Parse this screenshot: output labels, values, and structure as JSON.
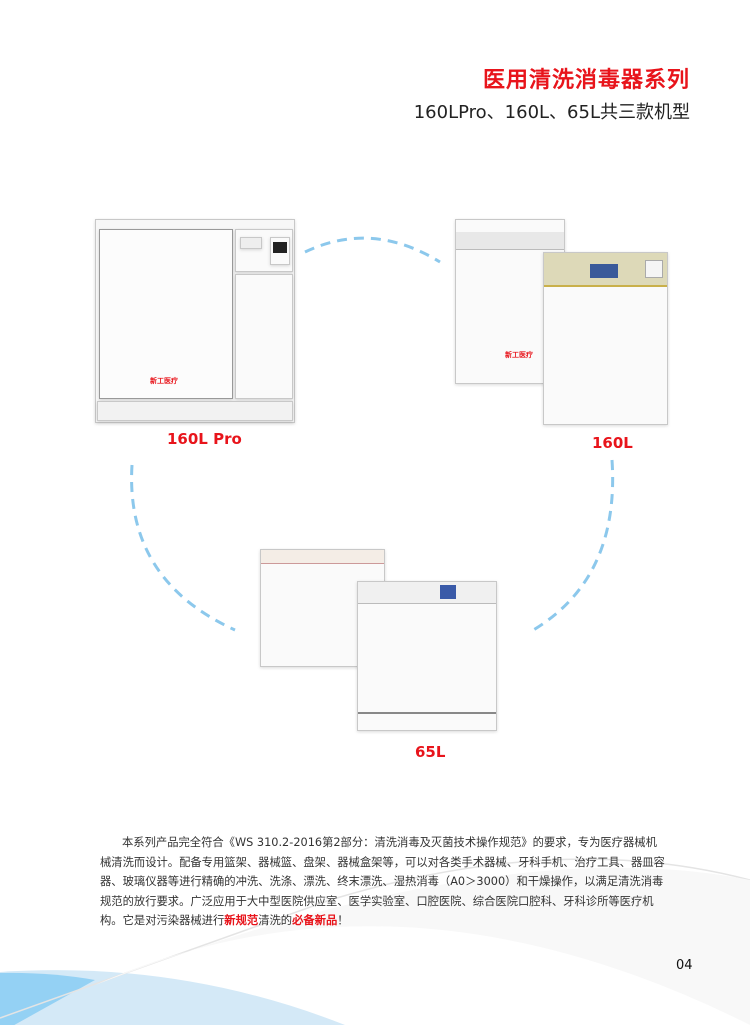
{
  "header": {
    "title": "医用清洗消毒器系列",
    "subtitle": "160LPro、160L、65L共三款机型"
  },
  "products": [
    {
      "label": "160L Pro",
      "logo": "新工医疗"
    },
    {
      "label": "160L",
      "logo": "新工医疗"
    },
    {
      "label": "65L"
    }
  ],
  "description": {
    "part1": "本系列产品完全符合《WS 310.2-2016第2部分：清洗消毒及灭菌技术操作规范》的要求，专为医疗器械机械清洗而设计。配备专用篮架、器械篮、盘架、器械盒架等，可以对各类手术器械、牙科手机、治疗工具、器皿容器、玻璃仪器等进行精确的冲洗、洗涤、漂洗、终末漂洗、湿热消毒（A0＞3000）和干燥操作，以满足清洗消毒规范的放行要求。广泛应用于大中型医院供应室、医学实验室、口腔医院、综合医院口腔科、牙科诊所等医疗机构。它是对污染器械进行",
    "highlight1": "新规范",
    "part2": "清洗的",
    "highlight2": "必备新品",
    "part3": "！"
  },
  "page_number": "04",
  "colors": {
    "accent": "#e8141b",
    "dash": "#8cc8ec"
  }
}
